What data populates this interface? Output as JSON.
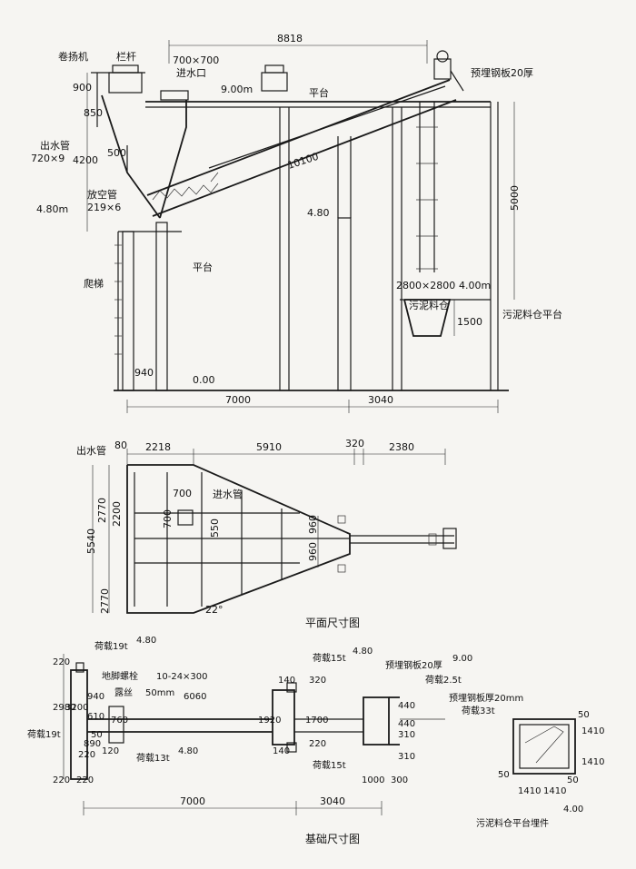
{
  "elevation": {
    "labels": {
      "winch": "卷扬机",
      "railing": "栏杆",
      "inlet_size": "700×700",
      "inlet": "进水口",
      "level_900": "9.00m",
      "platform_top": "平台",
      "embedded_plate": "预埋钢板20厚",
      "outlet_pipe": "出水管",
      "outlet_pipe_size": "720×9",
      "drain_pipe": "放空管",
      "drain_pipe_size": "219×6",
      "level_480_left": "4.80m",
      "level_480_mid": "4.80",
      "platform_bottom": "平台",
      "ladder": "爬梯",
      "silo_size": "2800×2800",
      "level_400": "4.00m",
      "silo": "污泥料仓",
      "silo_platform": "污泥料仓平台",
      "level_000": "0.00"
    },
    "dims": {
      "d8818": "8818",
      "d900": "900",
      "d850": "850",
      "d4200": "4200",
      "d500": "500",
      "d10100": "10100",
      "d5000": "5000",
      "d1500": "1500",
      "d940": "940",
      "d7000": "7000",
      "d3040": "3040"
    }
  },
  "plan": {
    "title": "平面尺寸图",
    "labels": {
      "outlet_pipe": "出水管",
      "inlet_pipe": "进水管",
      "angle": "22°"
    },
    "dims": {
      "d80": "80",
      "d2218": "2218",
      "d5910": "5910",
      "d320": "320",
      "d2380": "2380",
      "d5540": "5540",
      "d2770a": "2770",
      "d2200": "2200",
      "d700a": "700",
      "d700b": "700",
      "d550": "550",
      "d960a": "960",
      "d960b": "960",
      "d2770b": "2770"
    }
  },
  "foundation": {
    "title": "基础尺寸图",
    "labels": {
      "load19t_top": "荷载19t",
      "level_480_top": "4.80",
      "anchor_bolt": "地脚螺栓",
      "anchor_spec": "10-24×300",
      "exposed_thread": "露丝",
      "exposed_len": "50mm",
      "load15t_top": "荷载15t",
      "level_480_mid": "4.80",
      "embedded_plate": "预埋钢板20厚",
      "level_900": "9.00",
      "load25t": "荷载2.5t",
      "embedded_plate_2": "预埋钢板厚20mm",
      "load33t": "荷载33t",
      "load19t_left": "荷载19t",
      "load13t": "荷载13t",
      "level_480_low": "4.80",
      "load15t_low": "荷载15t",
      "silo_embed": "污泥料仓平台埋件",
      "level_400": "4.00"
    },
    "dims": {
      "d220a": "220",
      "d2980": "2980",
      "d3200": "3200",
      "d940": "940",
      "d6060": "6060",
      "d610": "610",
      "d760": "760",
      "d890": "890",
      "d50": "50",
      "d120": "120",
      "d220b": "220",
      "d220c": "220",
      "d1920": "1920",
      "d320": "320",
      "d140a": "140",
      "d1700": "1700",
      "d220d": "220",
      "d140b": "140",
      "d220e": "220",
      "d1000": "1000",
      "d300": "300",
      "d440a": "440",
      "d440b": "440",
      "d310a": "310",
      "d310b": "310",
      "d50b": "50",
      "d1410a": "1410",
      "d1410b": "1410",
      "d50c": "50",
      "d1410c": "1410",
      "d1410d": "1410",
      "d50d": "50",
      "d7000": "7000",
      "d3040": "3040"
    }
  }
}
